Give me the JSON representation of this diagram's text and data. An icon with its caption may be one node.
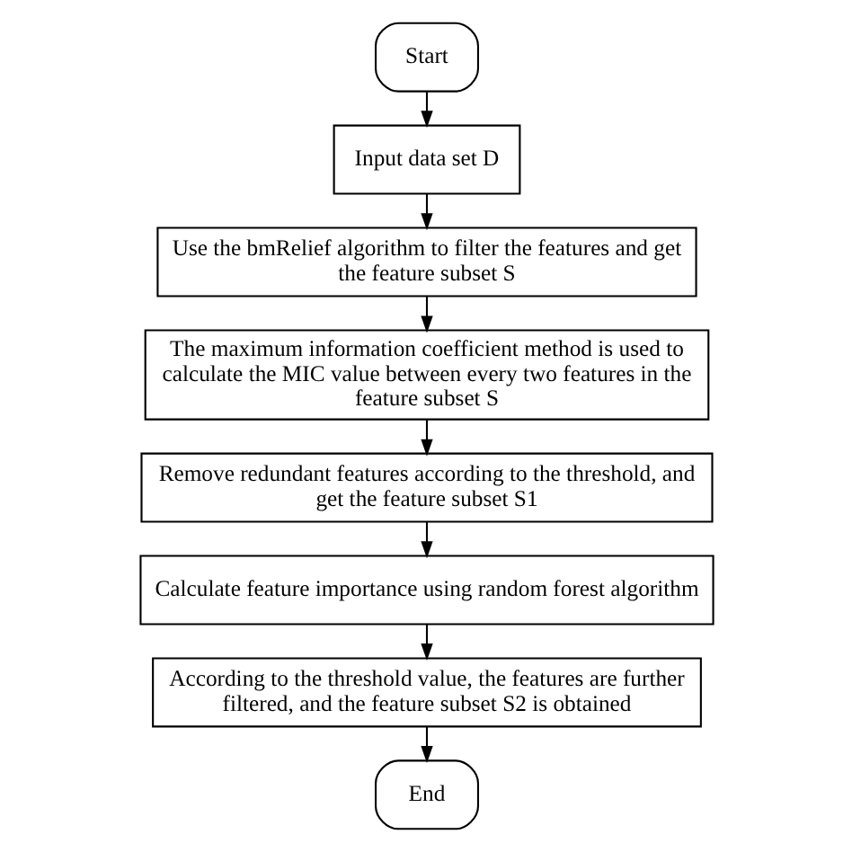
{
  "diagram": {
    "nodes": [
      {
        "text": [
          "Start"
        ]
      },
      {
        "text": [
          "Input data set D"
        ]
      },
      {
        "text": [
          "Use the bmRelief algorithm to filter the features and get the feature subset S"
        ]
      },
      {
        "text": [
          "The maximum information coefficient method is used to calculate the MIC value between every two features in the feature subset S"
        ]
      },
      {
        "text": [
          "Remove redundant features according to the threshold, and get the feature subset S1"
        ]
      },
      {
        "text": [
          "Calculate feature importance using random forest algorithm"
        ]
      },
      {
        "text": [
          "According to the threshold value, the features are further filtered, and the feature subset S2 is obtained"
        ]
      },
      {
        "text": [
          "End"
        ]
      }
    ],
    "edges": [
      {
        "from": 0,
        "to": 1,
        "arrow": "to"
      },
      {
        "from": 1,
        "to": 2,
        "arrow": "to"
      },
      {
        "from": 2,
        "to": 3,
        "arrow": "to"
      },
      {
        "from": 3,
        "to": 4,
        "arrow": "to"
      },
      {
        "from": 4,
        "to": 5,
        "arrow": "to"
      },
      {
        "from": 5,
        "to": 6,
        "arrow": "to"
      },
      {
        "from": 6,
        "to": 7,
        "arrow": "to"
      }
    ]
  }
}
